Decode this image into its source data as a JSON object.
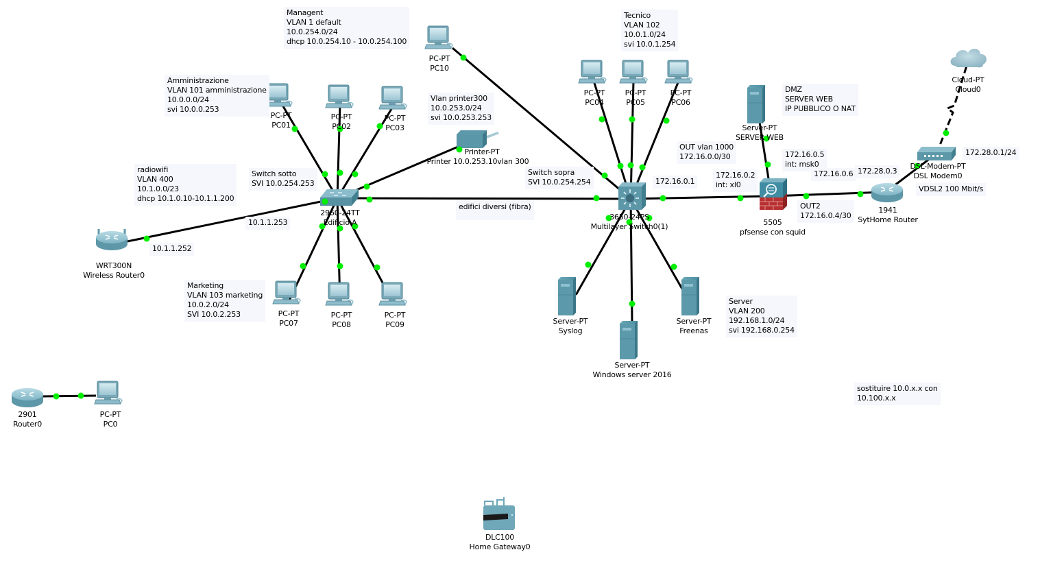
{
  "notes": {
    "management": "Managent\nVLAN 1 default\n10.0.254.0/24\ndhcp 10.0.254.10 - 10.0.254.100",
    "amministrazione": "Amministrazione\nVLAN 101 amministrazione\n10.0.0.0/24\nsvi 10.0.0.253",
    "printer_vlan": "Vlan printer300\n10.0.253.0/24\nsvi 10.0.253.253",
    "radiowifi": "radiowifi\nVLAN 400\n10.1.0.0/23\ndhcp 10.1.0.10-10.1.1.200",
    "switch_sotto": "Switch sotto\nSVI 10.0.254.253",
    "marketing": "Marketing\nVLAN 103 marketing\n10.0.2.0/24\nSVI 10.0.2.253",
    "wifi_uplink": "10.1.1.253",
    "wifi_ip": "10.1.1.252",
    "fibra": "edifici diversi (fibra)",
    "tecnico": "Tecnico\nVLAN 102\n10.0.1.0/24\nsvi 10.0.1.254",
    "switch_sopra": "Switch sopra\nSVI 10.0.254.254",
    "ml_ip": "172.16.0.1",
    "out_vlan": "OUT vlan 1000\n172.16.0.0/30",
    "dmz": "DMZ\nSERVER WEB\nIP PUBBLICO O NAT",
    "msk0": "172.16.0.5\nint: msk0",
    "xl0": "172.16.0.2\nint: xl0",
    "out2": "OUT2\n172.16.0.4/30",
    "router_in": "172.16.0.6",
    "router_out": "172.28.0.3",
    "modem_ip": "172.28.0.1/24",
    "vdsl": "VDSL2 100 Mbit/s",
    "server_vlan": "Server\nVLAN 200\n192.168.1.0/24\nsvi 192.168.0.254",
    "sostituire": "sostituire 10.0.x.x con\n10.100.x.x"
  },
  "devices": [
    {
      "id": "pc10",
      "type": "pc",
      "model": "PC-PT",
      "name": "PC10"
    },
    {
      "id": "pc01",
      "type": "pc",
      "model": "PC-PT",
      "name": "PC01"
    },
    {
      "id": "pc02",
      "type": "pc",
      "model": "PC-PT",
      "name": "PC02"
    },
    {
      "id": "pc03",
      "type": "pc",
      "model": "PC-PT",
      "name": "PC03"
    },
    {
      "id": "printer",
      "type": "printer",
      "model": "Printer-PT",
      "name": "Printer  10.0.253.10vlan 300"
    },
    {
      "id": "sw2960",
      "type": "switch",
      "model": "2960-24TT",
      "name": "Edificio A"
    },
    {
      "id": "wrt",
      "type": "wireless-router",
      "model": "WRT300N",
      "name": "Wireless Router0"
    },
    {
      "id": "pc07",
      "type": "pc",
      "model": "PC-PT",
      "name": "PC07"
    },
    {
      "id": "pc08",
      "type": "pc",
      "model": "PC-PT",
      "name": "PC08"
    },
    {
      "id": "pc09",
      "type": "pc",
      "model": "PC-PT",
      "name": "PC09"
    },
    {
      "id": "pc04",
      "type": "pc",
      "model": "PC-PT",
      "name": "PC04"
    },
    {
      "id": "pc05",
      "type": "pc",
      "model": "PC-PT",
      "name": "PC05"
    },
    {
      "id": "pc06",
      "type": "pc",
      "model": "PC-PT",
      "name": "PC06"
    },
    {
      "id": "ml3650",
      "type": "multilayer-switch",
      "model": "3650-24PS",
      "name": "Multilayer Switch0(1)"
    },
    {
      "id": "syslog",
      "type": "server",
      "model": "Server-PT",
      "name": "Syslog"
    },
    {
      "id": "winsrv",
      "type": "server",
      "model": "Server-PT",
      "name": "Windows server 2016"
    },
    {
      "id": "freenas",
      "type": "server",
      "model": "Server-PT",
      "name": "Freenas"
    },
    {
      "id": "webserver",
      "type": "server",
      "model": "Server-PT",
      "name": "SERVER WEB"
    },
    {
      "id": "asa",
      "type": "firewall",
      "model": "5505",
      "name": "pfsense con squid"
    },
    {
      "id": "r1941",
      "type": "router",
      "model": "1941",
      "name": "SytHome Router"
    },
    {
      "id": "modem",
      "type": "dsl-modem",
      "model": "DSL-Modem-PT",
      "name": "DSL Modem0"
    },
    {
      "id": "cloud",
      "type": "cloud",
      "model": "Cloud-PT",
      "name": "Cloud0"
    },
    {
      "id": "r2901",
      "type": "router",
      "model": "2901",
      "name": "Router0"
    },
    {
      "id": "pc0",
      "type": "pc",
      "model": "PC-PT",
      "name": "PC0"
    },
    {
      "id": "dlc",
      "type": "home-gateway",
      "model": "DLC100",
      "name": "Home Gateway0"
    }
  ],
  "links": [
    {
      "from": "sw2960",
      "to": "pc01",
      "kind": "copper"
    },
    {
      "from": "sw2960",
      "to": "pc02",
      "kind": "copper"
    },
    {
      "from": "sw2960",
      "to": "pc03",
      "kind": "copper"
    },
    {
      "from": "sw2960",
      "to": "printer",
      "kind": "copper"
    },
    {
      "from": "sw2960",
      "to": "wrt",
      "kind": "copper"
    },
    {
      "from": "sw2960",
      "to": "pc07",
      "kind": "copper"
    },
    {
      "from": "sw2960",
      "to": "pc08",
      "kind": "copper"
    },
    {
      "from": "sw2960",
      "to": "pc09",
      "kind": "copper"
    },
    {
      "from": "sw2960",
      "to": "ml3650",
      "kind": "fiber"
    },
    {
      "from": "ml3650",
      "to": "pc10",
      "kind": "copper"
    },
    {
      "from": "ml3650",
      "to": "pc04",
      "kind": "copper"
    },
    {
      "from": "ml3650",
      "to": "pc05",
      "kind": "copper"
    },
    {
      "from": "ml3650",
      "to": "pc06",
      "kind": "copper"
    },
    {
      "from": "ml3650",
      "to": "syslog",
      "kind": "copper"
    },
    {
      "from": "ml3650",
      "to": "winsrv",
      "kind": "copper"
    },
    {
      "from": "ml3650",
      "to": "freenas",
      "kind": "copper"
    },
    {
      "from": "ml3650",
      "to": "asa",
      "kind": "copper"
    },
    {
      "from": "asa",
      "to": "webserver",
      "kind": "copper"
    },
    {
      "from": "asa",
      "to": "r1941",
      "kind": "copper"
    },
    {
      "from": "r1941",
      "to": "modem",
      "kind": "copper"
    },
    {
      "from": "modem",
      "to": "cloud",
      "kind": "serial"
    },
    {
      "from": "r2901",
      "to": "pc0",
      "kind": "copper"
    }
  ],
  "colors": {
    "link": "#000000",
    "port_up": "#00ee00",
    "device_teal": "#5b9aaa",
    "note_bg": "#f5f7fc",
    "firewall_red": "#b83030"
  }
}
